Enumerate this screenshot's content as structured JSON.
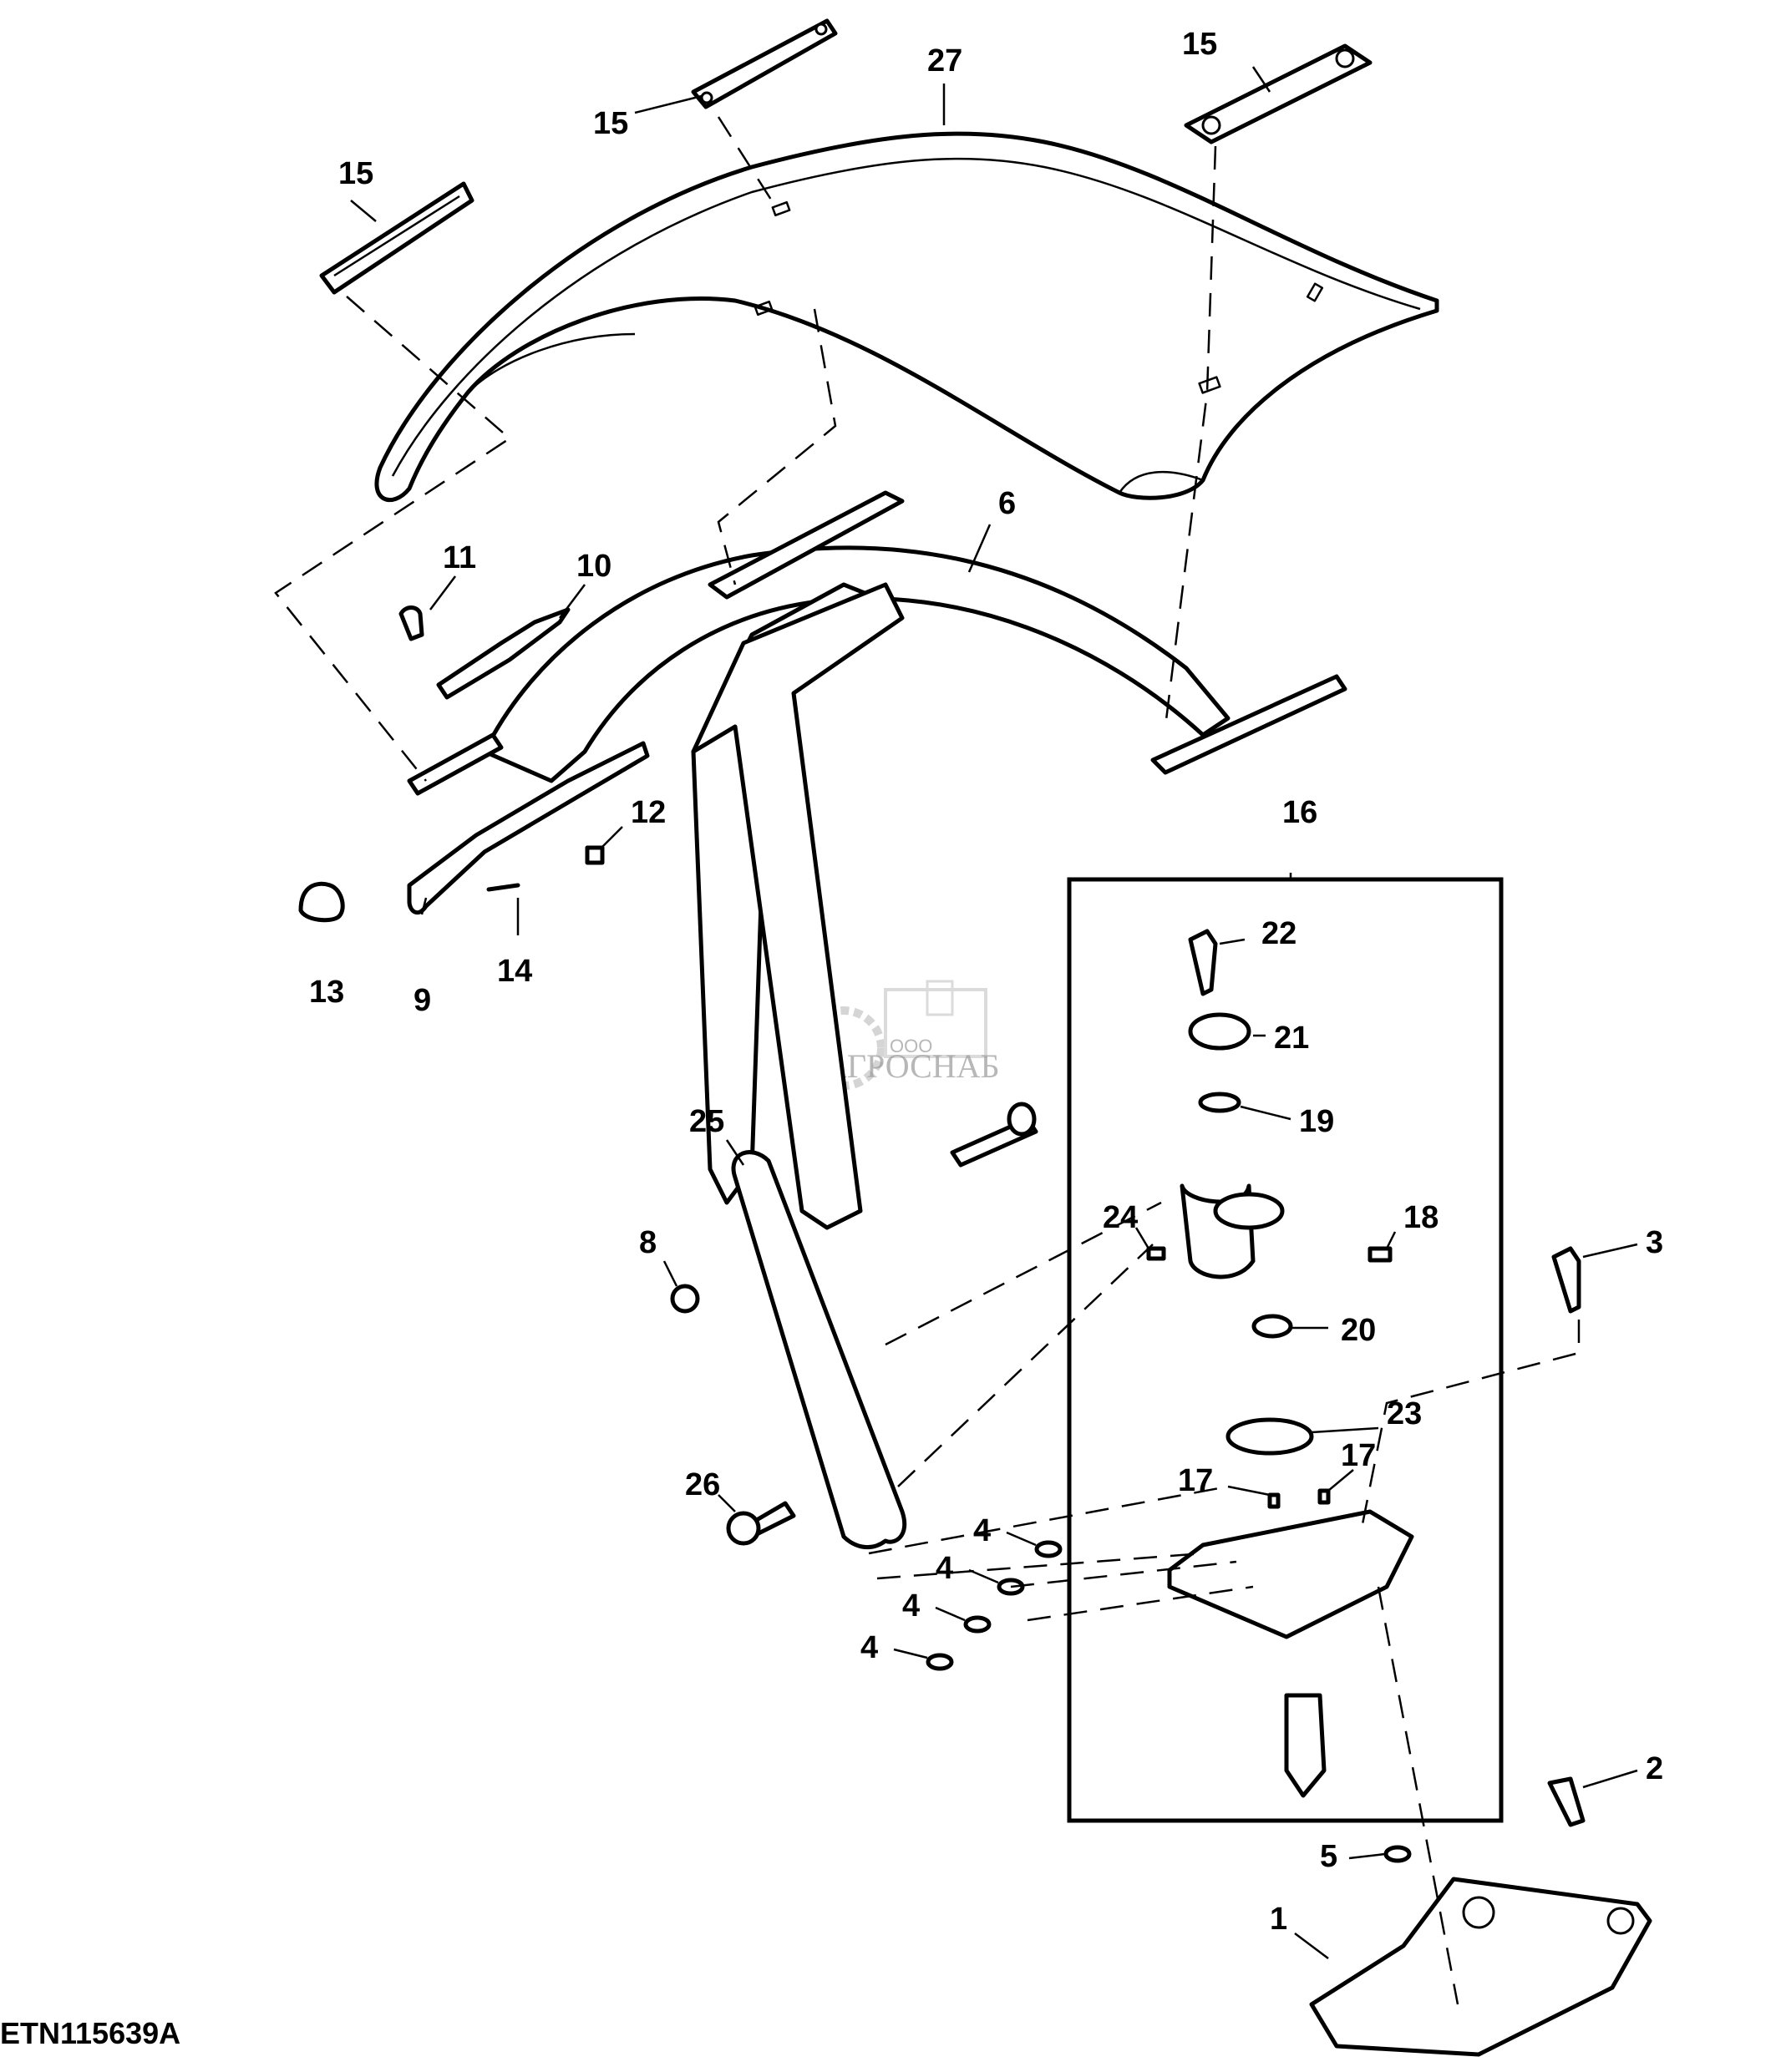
{
  "figure_id": "ETN115639A",
  "watermark": {
    "prefix": "ООО",
    "name": "АГРОСНАБ"
  },
  "callouts": [
    {
      "id": "c27",
      "label": "27"
    },
    {
      "id": "c15a",
      "label": "15"
    },
    {
      "id": "c15b",
      "label": "15"
    },
    {
      "id": "c15c",
      "label": "15"
    },
    {
      "id": "c6",
      "label": "6"
    },
    {
      "id": "c11",
      "label": "11"
    },
    {
      "id": "c10",
      "label": "10"
    },
    {
      "id": "c12",
      "label": "12"
    },
    {
      "id": "c13",
      "label": "13"
    },
    {
      "id": "c9",
      "label": "9"
    },
    {
      "id": "c14",
      "label": "14"
    },
    {
      "id": "c16",
      "label": "16"
    },
    {
      "id": "c22",
      "label": "22"
    },
    {
      "id": "c21",
      "label": "21"
    },
    {
      "id": "c19",
      "label": "19"
    },
    {
      "id": "c24",
      "label": "24"
    },
    {
      "id": "c18",
      "label": "18"
    },
    {
      "id": "c3",
      "label": "3"
    },
    {
      "id": "c20",
      "label": "20"
    },
    {
      "id": "c23",
      "label": "23"
    },
    {
      "id": "c17a",
      "label": "17"
    },
    {
      "id": "c17b",
      "label": "17"
    },
    {
      "id": "c25",
      "label": "25"
    },
    {
      "id": "c8",
      "label": "8"
    },
    {
      "id": "c26",
      "label": "26"
    },
    {
      "id": "c4a",
      "label": "4"
    },
    {
      "id": "c4b",
      "label": "4"
    },
    {
      "id": "c4c",
      "label": "4"
    },
    {
      "id": "c4d",
      "label": "4"
    },
    {
      "id": "c2",
      "label": "2"
    },
    {
      "id": "c5",
      "label": "5"
    },
    {
      "id": "c1",
      "label": "1"
    }
  ]
}
